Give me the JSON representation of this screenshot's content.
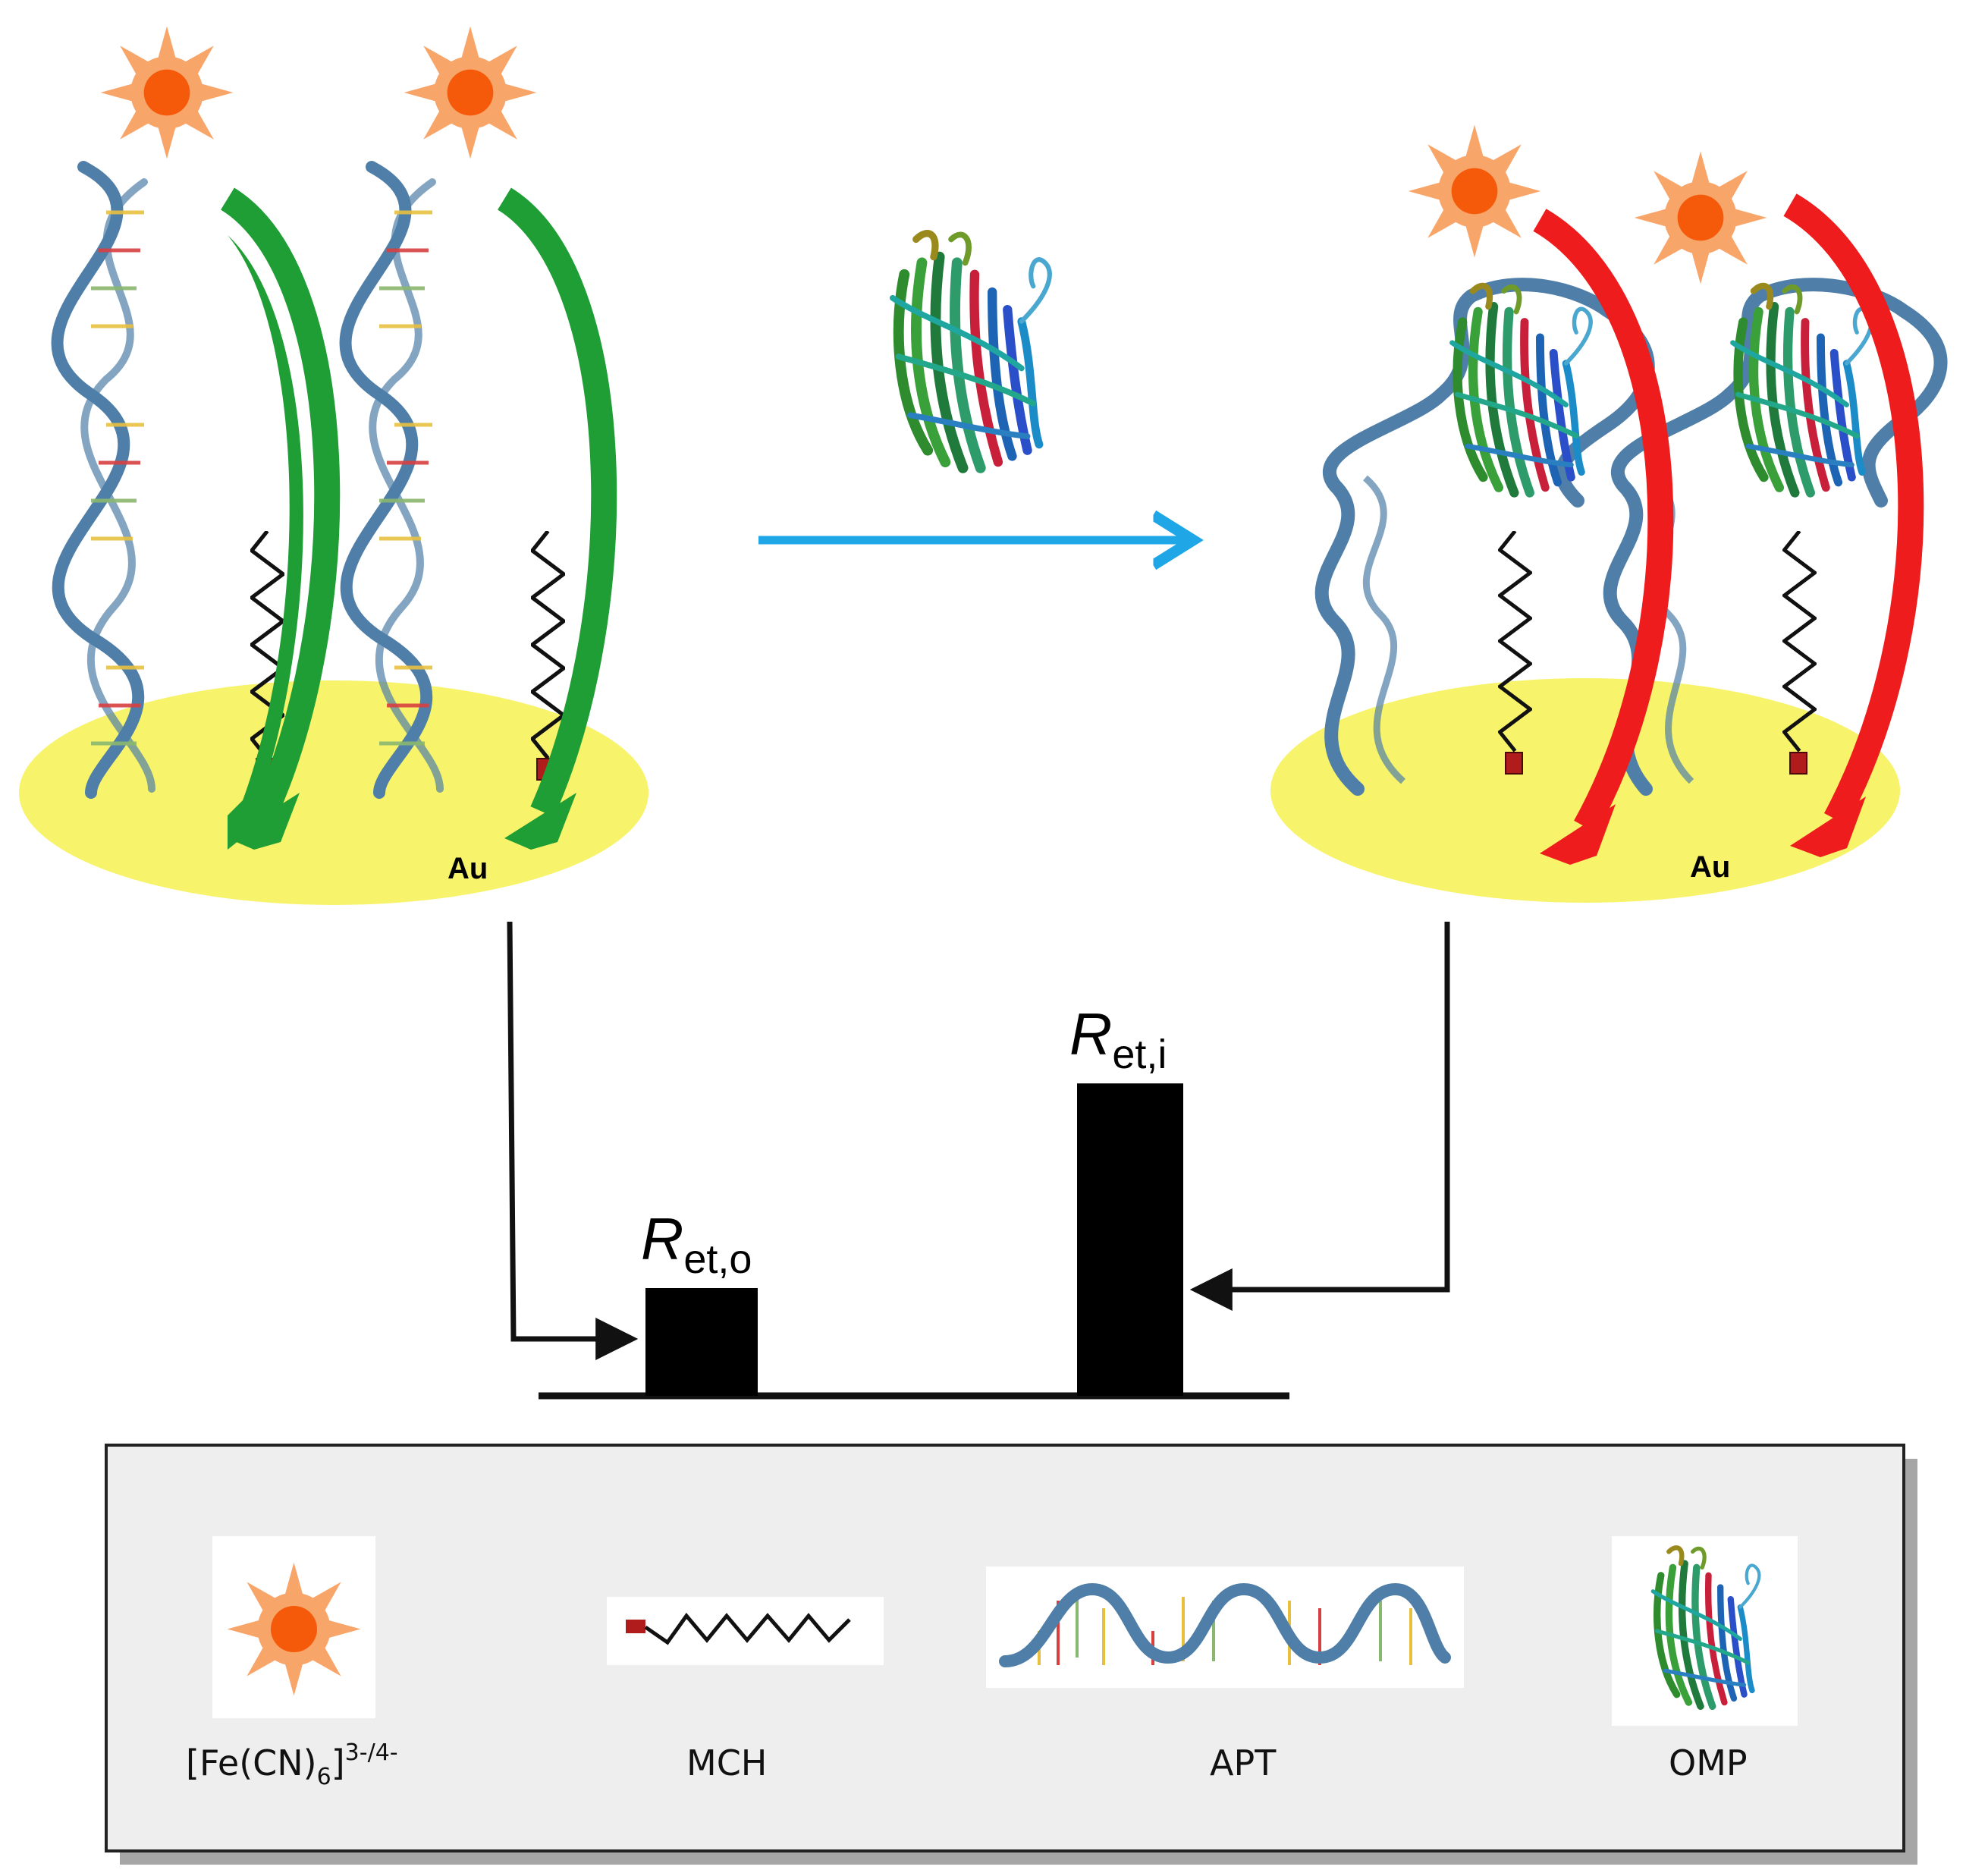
{
  "surface_label_left": "Au",
  "surface_label_right": "Au",
  "chart_data": {
    "type": "bar",
    "categories": [
      "Ret,o",
      "Ret,i"
    ],
    "values": [
      1.0,
      2.9
    ],
    "labels": [
      {
        "main": "R",
        "sub": "et,o"
      },
      {
        "main": "R",
        "sub": "et,i"
      }
    ],
    "title": "",
    "xlabel": "",
    "ylabel": ""
  },
  "legend": {
    "items": [
      {
        "label": "[Fe(CN)",
        "sub": "6",
        "close": "]",
        "sup": "3-/4-",
        "icon": "redox-probe-icon"
      },
      {
        "label": "MCH",
        "icon": "mch-icon"
      },
      {
        "label": "APT",
        "icon": "aptamer-icon"
      },
      {
        "label": "OMP",
        "icon": "omp-protein-icon"
      }
    ]
  },
  "colors": {
    "gold_surface": "#f7f36a",
    "aptamer_backbone": "#4f7fa8",
    "efficient_transfer_arrow": "#1f9e35",
    "blocked_transfer_arrow": "#ee1c1c",
    "process_arrow": "#1fa6e6",
    "probe_center": "#f55a0a",
    "probe_petals": "#f8a56a",
    "legend_box": "#eeeeee"
  }
}
